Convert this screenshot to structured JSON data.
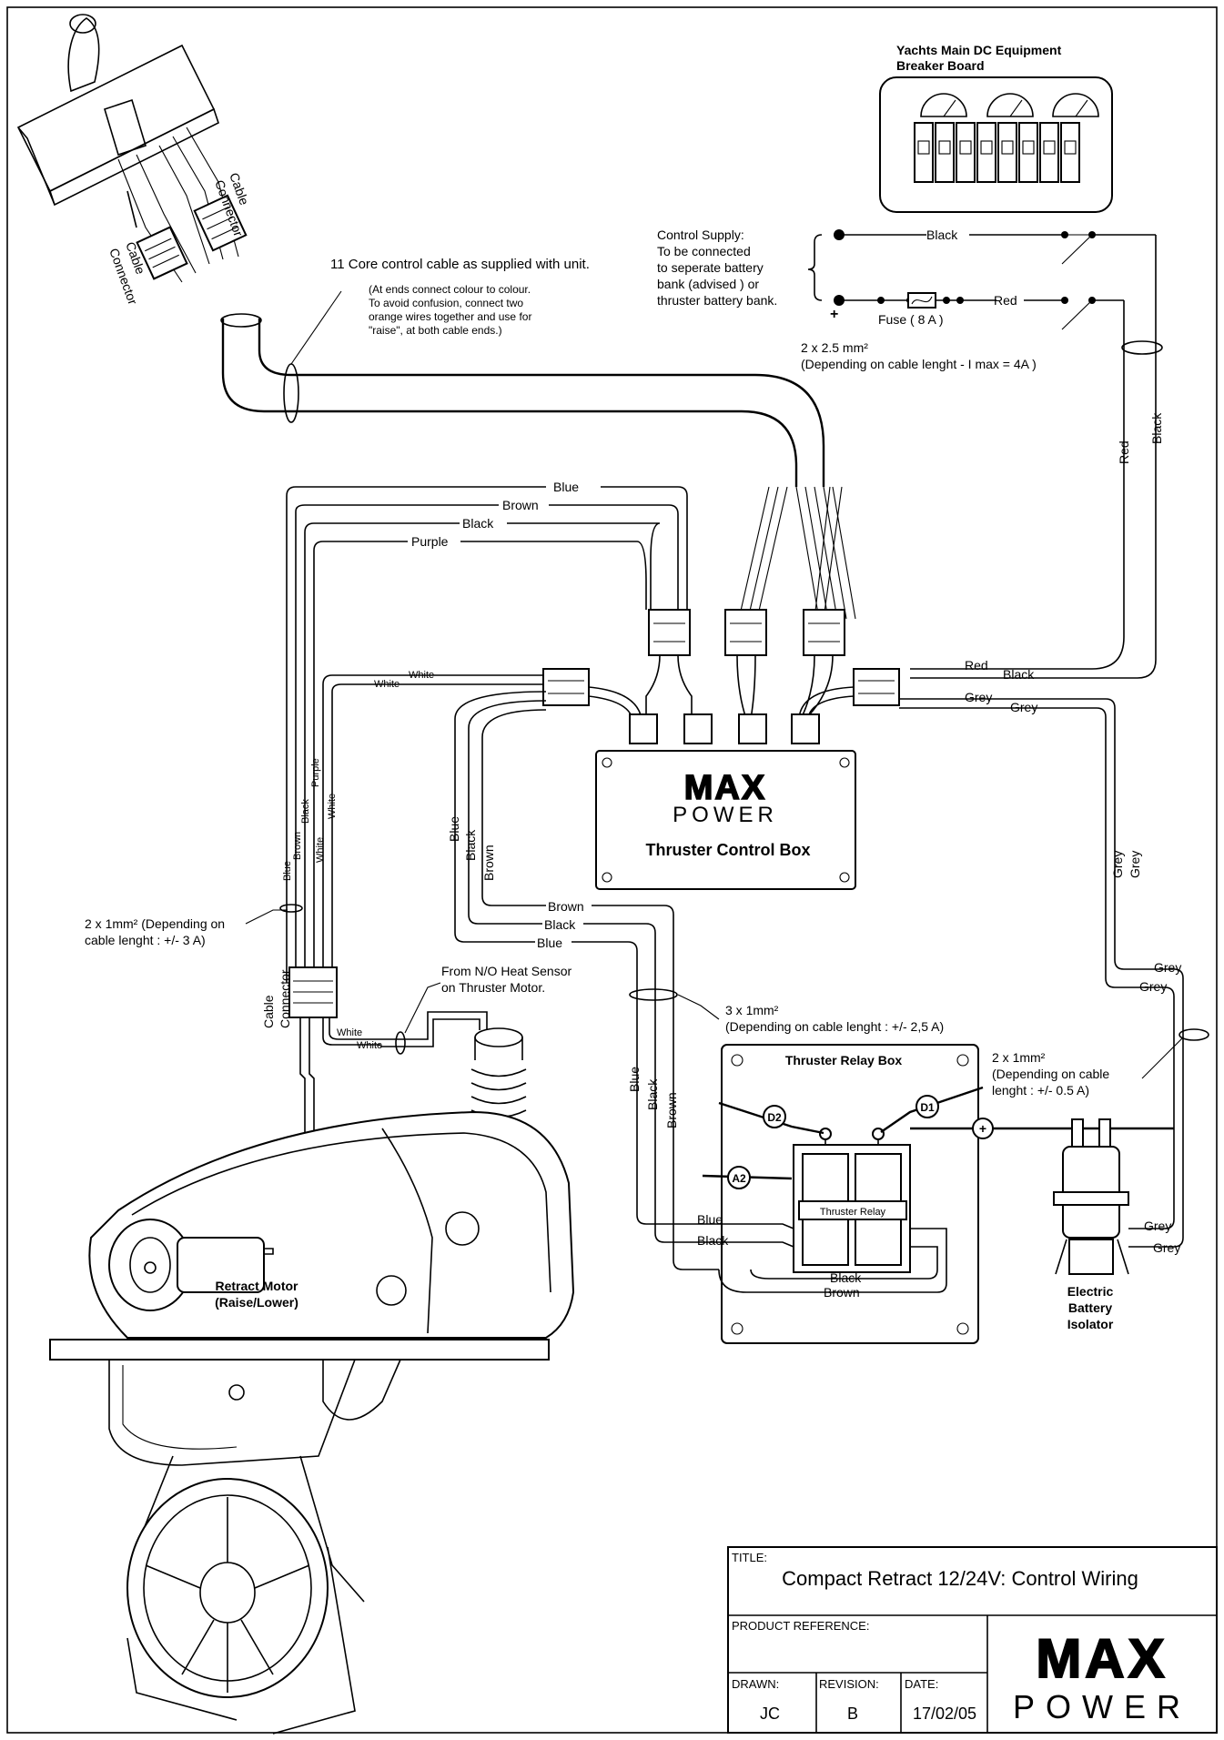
{
  "breaker": {
    "title_line1": "Yachts Main DC Equipment",
    "title_line2": "Breaker Board"
  },
  "control_supply": {
    "lines": [
      "Control Supply:",
      "To be connected",
      "to seperate battery",
      "bank (advised ) or",
      "thruster battery bank."
    ],
    "plus": "+",
    "black": "Black",
    "red": "Red",
    "fuse": "Fuse ( 8 A )",
    "cable_line1": "2 x 2.5 mm²",
    "cable_line2": "(Depending on cable lenght - I max = 4A )"
  },
  "joystick": {
    "connector_a": [
      "Cable",
      "Connector"
    ],
    "connector_b": [
      "Cable",
      "Connector"
    ]
  },
  "core_cable": {
    "title": "11 Core control cable as supplied with unit.",
    "notes": [
      "(At ends connect colour to colour.",
      "To avoid confusion, connect two",
      "orange wires together and use for",
      "\"raise\", at both cable ends.)"
    ]
  },
  "wires": {
    "blue": "Blue",
    "brown": "Brown",
    "black": "Black",
    "purple": "Purple",
    "white": "White",
    "red": "Red",
    "grey": "Grey"
  },
  "control_box": {
    "logo_top": "MAX",
    "logo_bottom": "POWER",
    "label": "Thruster Control Box"
  },
  "motor_cable": {
    "line1": "2 x 1mm² (Depending on",
    "line2": "cable lenght : +/- 3 A)"
  },
  "cable_connector": [
    "Cable",
    "Connector"
  ],
  "heat_sensor": {
    "line1": "From N/O Heat Sensor",
    "line2": "on Thruster Motor."
  },
  "relay_cable": {
    "line1": "3 x 1mm²",
    "line2": "(Depending on cable lenght : +/- 2,5 A)"
  },
  "relay_box": {
    "title": "Thruster Relay Box",
    "relay_label": "Thruster  Relay",
    "d1": "D1",
    "d2": "D2",
    "a2": "A2",
    "plus": "+"
  },
  "isolator_cable": {
    "line1": "2 x 1mm²",
    "line2": "(Depending on cable",
    "line3": "lenght : +/- 0.5 A)"
  },
  "isolator": {
    "lines": [
      "Electric",
      "Battery",
      "Isolator"
    ]
  },
  "retract_motor": {
    "line1": "Retract Motor",
    "line2": "(Raise/Lower)"
  },
  "title_block": {
    "title_label": "TITLE:",
    "title": "Compact Retract 12/24V: Control Wiring",
    "product_reference_label": "PRODUCT REFERENCE:",
    "product_reference": "",
    "drawn_label": "DRAWN:",
    "drawn": "JC",
    "revision_label": "REVISION:",
    "revision": "B",
    "date_label": "DATE:",
    "date": "17/02/05",
    "logo_top": "MAX",
    "logo_bottom": "POWER"
  }
}
